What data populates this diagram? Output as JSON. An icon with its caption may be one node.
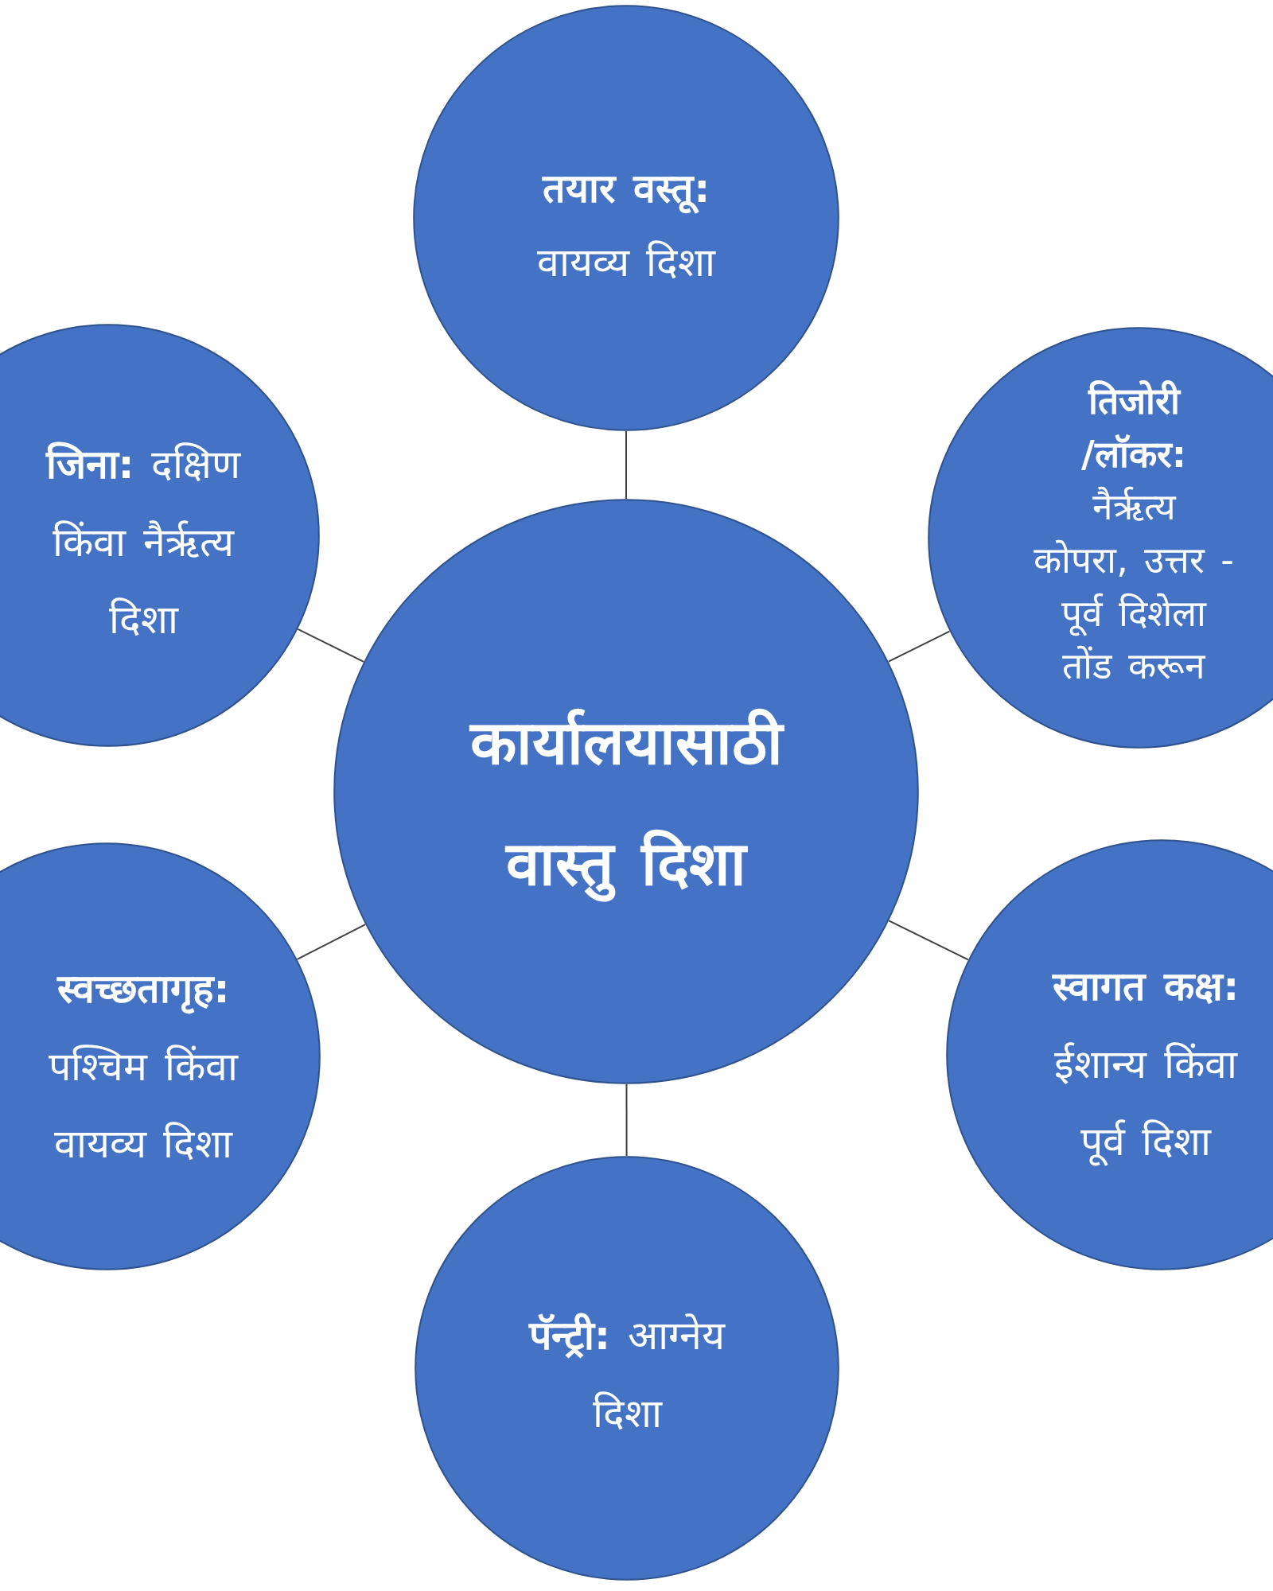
{
  "diagram": {
    "nodes": [
      {
        "text": [
          "**तयार वस्तू:** वायव्य दिशा"
        ]
      },
      {
        "text": [
          "**जिना:** दक्षिण किंवा नैर्ऋत्य दिशा"
        ]
      },
      {
        "text": [
          "**तिजोरी /लॉकर:** नैर्ऋत्य कोपरा, उत्तर - पूर्व दिशेला तोंड करून"
        ]
      },
      {
        "text": [
          "कार्यालयासाठी वास्तु दिशा"
        ]
      },
      {
        "text": [
          "**स्वच्छतागृह:** पश्चिम किंवा वायव्य दिशा"
        ]
      },
      {
        "text": [
          "**स्वागत कक्ष:** ईशान्य किंवा पूर्व दिशा"
        ]
      },
      {
        "text": [
          "**पॅन्ट्री:** आग्नेय दिशा"
        ]
      }
    ],
    "edges": [
      {
        "from": 3,
        "to": 0,
        "arrow": "none"
      },
      {
        "from": 3,
        "to": 1,
        "arrow": "none"
      },
      {
        "from": 3,
        "to": 2,
        "arrow": "none"
      },
      {
        "from": 3,
        "to": 4,
        "arrow": "none"
      },
      {
        "from": 3,
        "to": 5,
        "arrow": "none"
      },
      {
        "from": 3,
        "to": 6,
        "arrow": "none"
      }
    ]
  }
}
